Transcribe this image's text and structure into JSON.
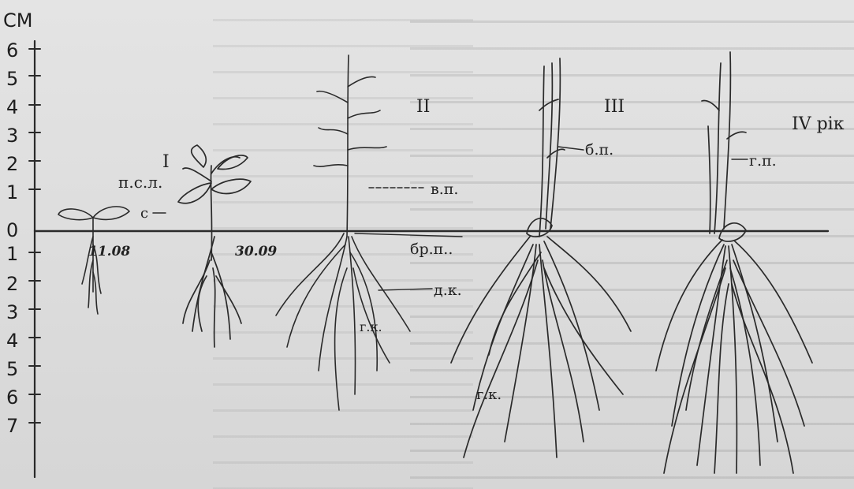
{
  "axis": {
    "unit": "СМ",
    "above": [
      "6",
      "5",
      "4",
      "3",
      "2",
      "1"
    ],
    "zero": "0",
    "below": [
      "1",
      "2",
      "3",
      "4",
      "5",
      "6",
      "7"
    ]
  },
  "stages": {
    "seedling": "п.с.л.",
    "one": "І",
    "two": "ІІ",
    "three": "ІІІ",
    "four": "ІV рік"
  },
  "dates": {
    "first": "11.08",
    "second": "30.09"
  },
  "labels": {
    "c": "с",
    "vp": "в.п.",
    "brp": "бр.п..",
    "dk": "д.к.",
    "gk_small": "г.к.",
    "gk_large": "г.к.",
    "bp": "б.п.",
    "gp": "г.п."
  }
}
